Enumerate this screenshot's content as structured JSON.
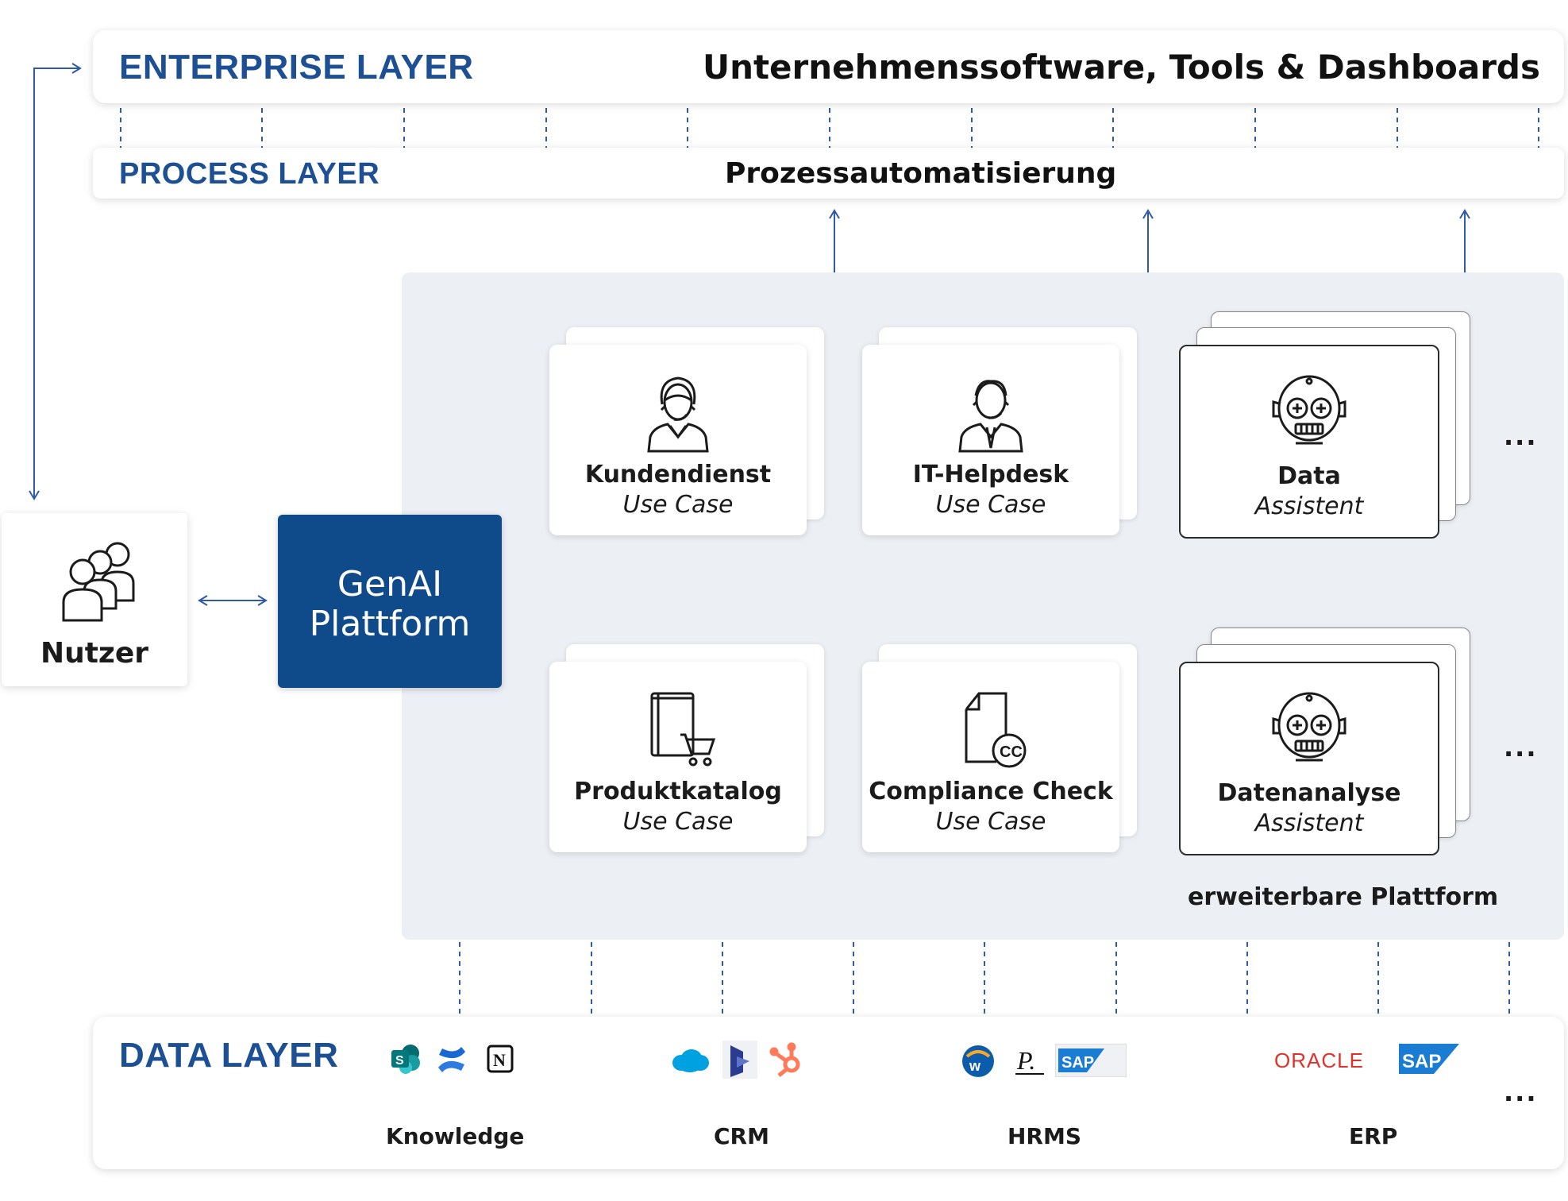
{
  "enterprise_layer": {
    "title": "ENTERPRISE LAYER",
    "subtitle": "Unternehmenssoftware, Tools & Dashboards"
  },
  "process_layer": {
    "title": "PROCESS LAYER",
    "subtitle": "Prozessautomatisierung"
  },
  "data_layer": {
    "title": "DATA LAYER",
    "groups": [
      {
        "label": "Knowledge",
        "logos": [
          "sharepoint-logo",
          "confluence-logo",
          "notion-logo"
        ]
      },
      {
        "label": "CRM",
        "logos": [
          "salesforce-logo",
          "dynamics-logo",
          "hubspot-logo"
        ]
      },
      {
        "label": "HRMS",
        "logos": [
          "workday-logo",
          "personio-logo",
          "sap-successfactors-logo"
        ]
      },
      {
        "label": "ERP",
        "logos": [
          "oracle-logo",
          "sap-logo"
        ],
        "oracle_text": "ORACLE",
        "sap_text": "SAP"
      }
    ],
    "more": "..."
  },
  "nutzer": {
    "label": "Nutzer",
    "icon": "users-icon"
  },
  "platform": {
    "line1": "GenAI",
    "line2": "Plattform"
  },
  "cards": [
    {
      "title": "Kundendienst",
      "subtitle": "Use Case",
      "icon": "female-agent-icon"
    },
    {
      "title": "IT-Helpdesk",
      "subtitle": "Use Case",
      "icon": "male-agent-icon"
    },
    {
      "title": "Data",
      "subtitle": "Assistent",
      "icon": "robot-icon"
    },
    {
      "title": "Produktkatalog",
      "subtitle": "Use Case",
      "icon": "catalog-cart-icon"
    },
    {
      "title": "Compliance Check",
      "subtitle": "Use Case",
      "icon": "document-cc-icon"
    },
    {
      "title": "Datenanalyse",
      "subtitle": "Assistent",
      "icon": "robot-icon"
    }
  ],
  "more_top": "...",
  "more_bottom": "...",
  "extensible_label": "erweiterbare Plattform",
  "colors": {
    "accent": "#1c4f94",
    "platform_bg": "#eceff4",
    "platform_box": "#0f4a8a"
  }
}
